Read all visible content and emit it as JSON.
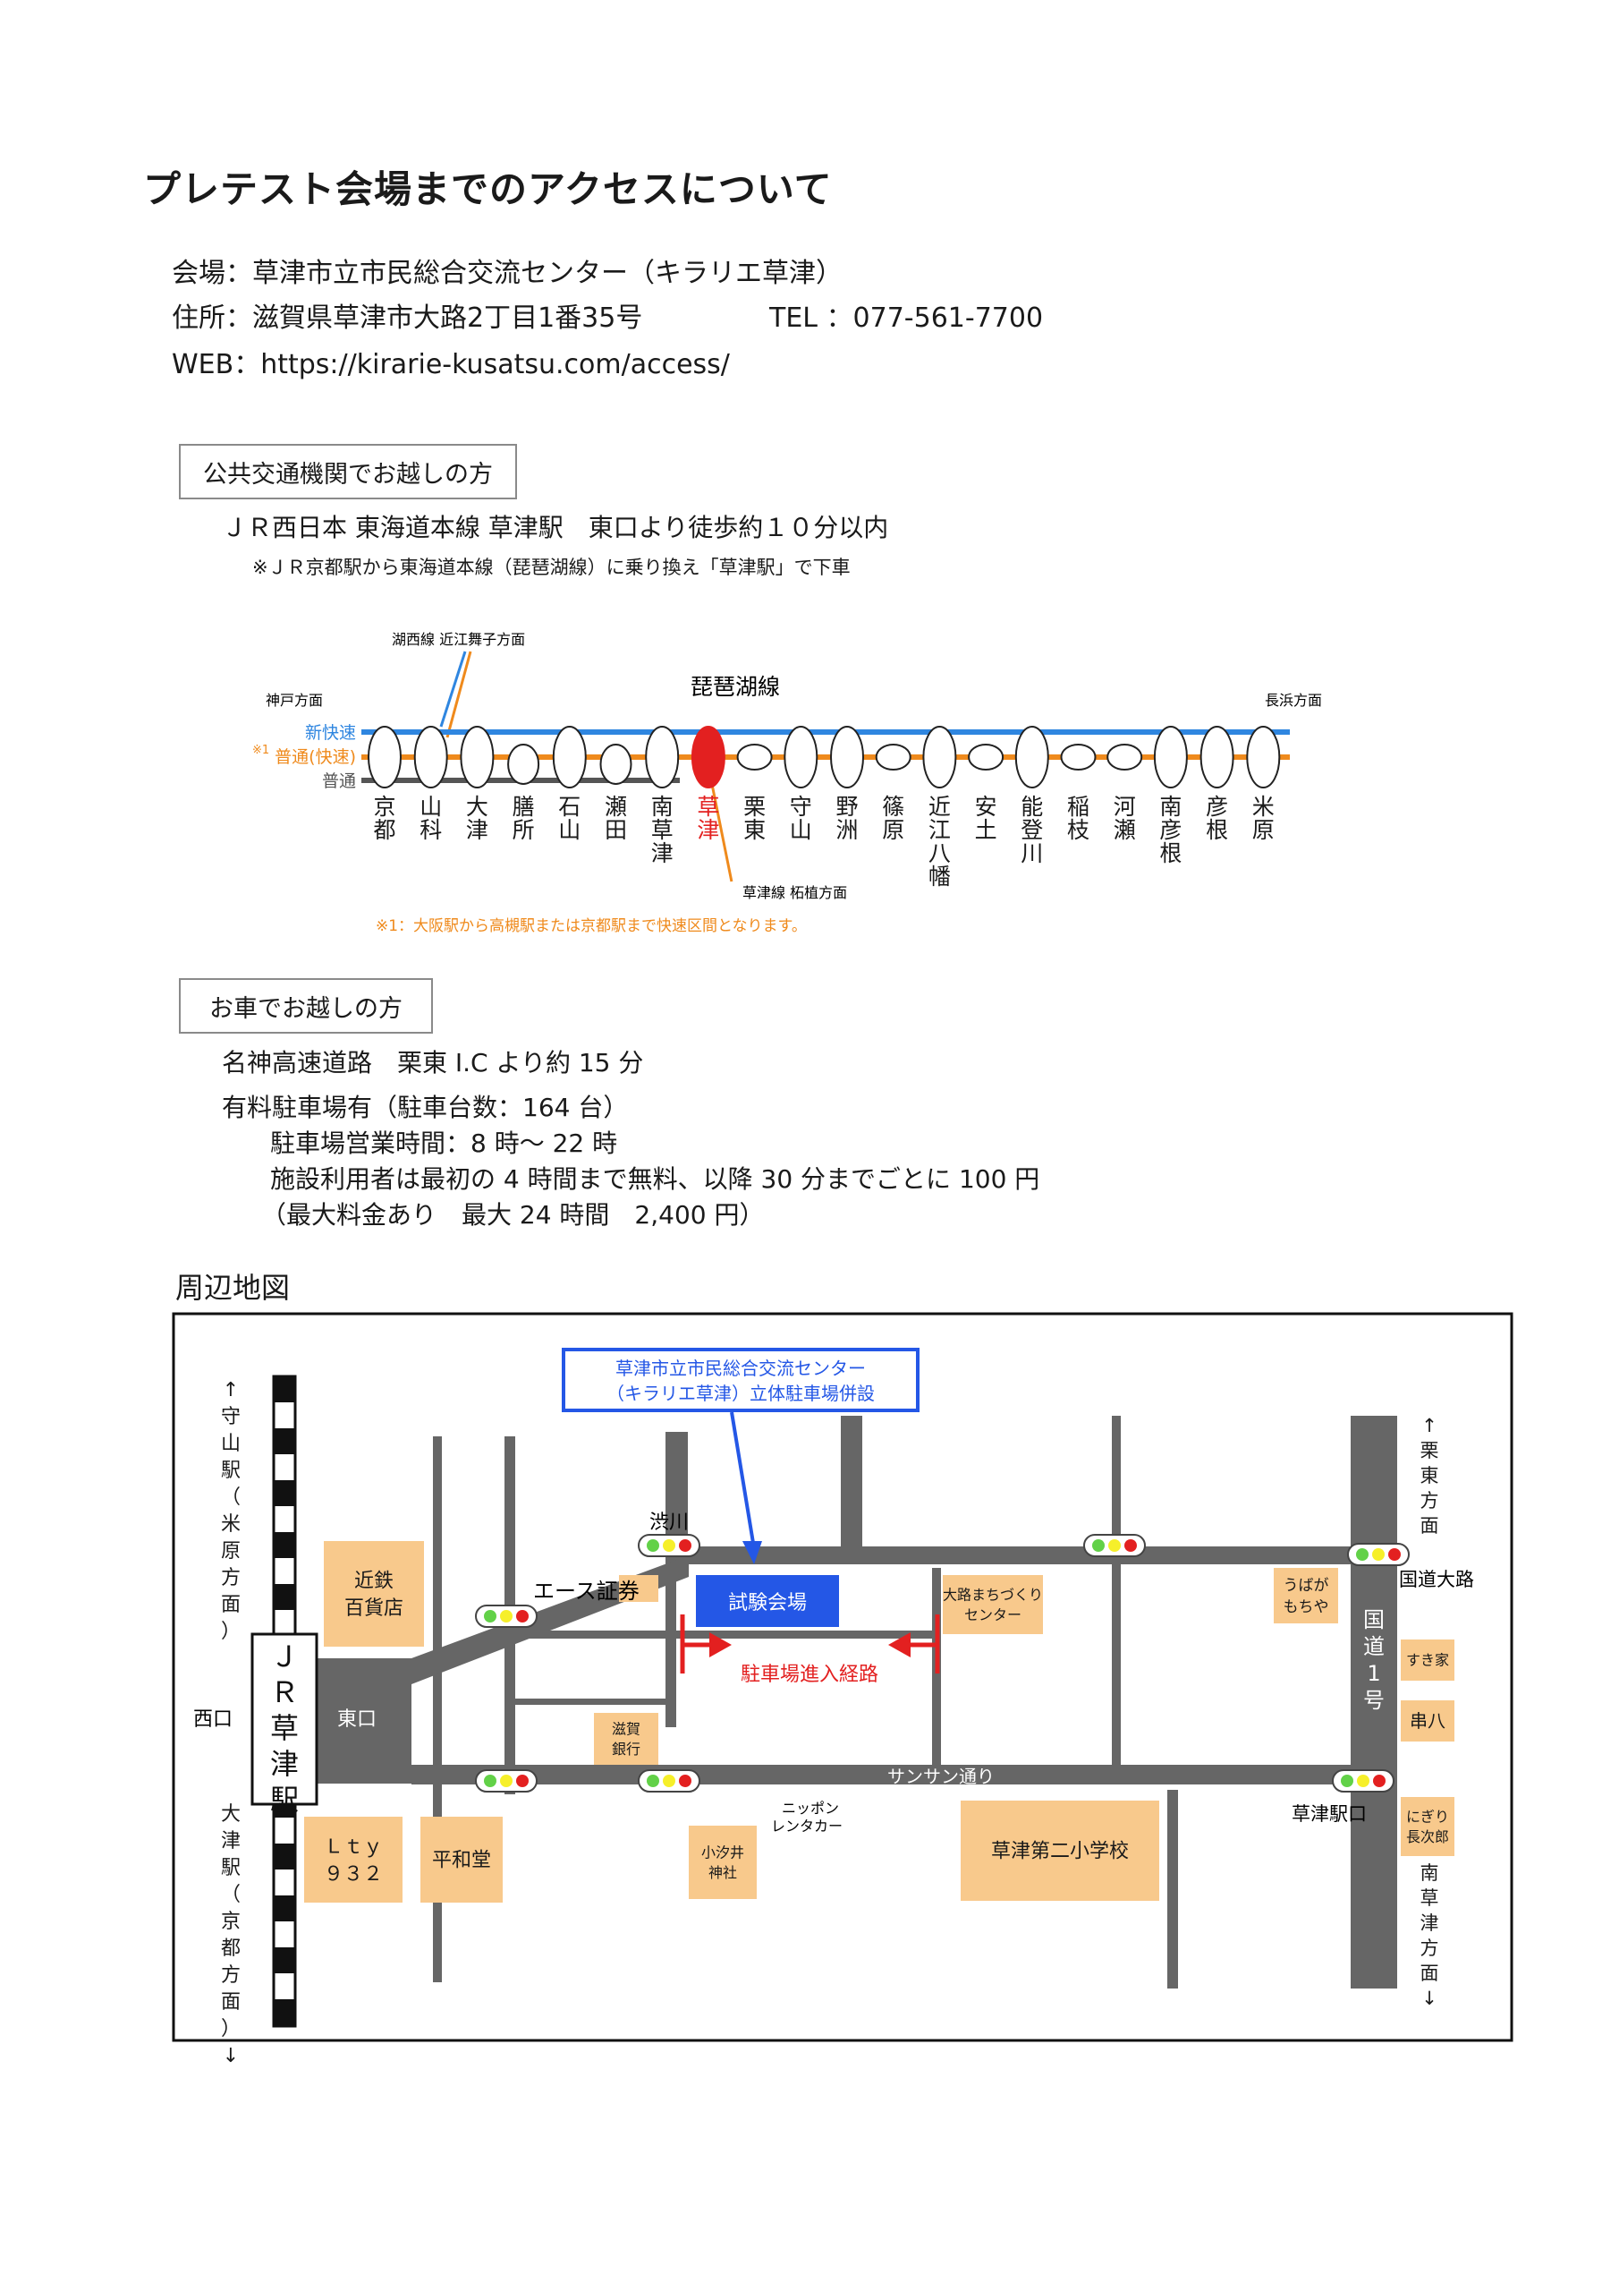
{
  "title": "プレテスト会場までのアクセスについて",
  "venue": {
    "name_line": "会場：草津市立市民総合交流センター（キラリエ草津）",
    "address_line": "住所：滋賀県草津市大路2丁目1番35号",
    "tel_line": "TEL ：077-561-7700",
    "web_line": "WEB：https://kirarie-kusatsu.com/access/"
  },
  "public_transport": {
    "heading": "公共交通機関でお越しの方",
    "route": "ＪＲ西日本 東海道本線 草津駅　東口より徒歩約１０分以内",
    "note": "※ＪＲ京都駅から東海道本線（琵琶湖線）に乗り換え「草津駅」で下車"
  },
  "rail_map": {
    "line_name": "琵琶湖線",
    "branch_kosei": "湖西線 近江舞子方面",
    "branch_kusatsu": "草津線 柘植方面",
    "left_direction": "神戸方面",
    "right_direction": "長浜方面",
    "service_shinkaisoku": "新快速",
    "service_local_rapid_mark": "※1",
    "service_local_rapid": "普通(快速)",
    "service_local": "普通",
    "footnote": "※1：大阪駅から高槻駅または京都駅まで快速区間となります。",
    "colors": {
      "shinkaisoku": "#2f86e0",
      "local_rapid": "#ef8a1c",
      "local": "#555555",
      "highlight": "#e32020"
    },
    "stations": [
      {
        "name": "京都",
        "stop": "all"
      },
      {
        "name": "山科",
        "stop": "all"
      },
      {
        "name": "大津",
        "stop": "all"
      },
      {
        "name": "膳所",
        "stop": "rapid"
      },
      {
        "name": "石山",
        "stop": "all"
      },
      {
        "name": "瀬田",
        "stop": "rapid"
      },
      {
        "name": "南草津",
        "stop": "all"
      },
      {
        "name": "草津",
        "stop": "all",
        "highlight": true
      },
      {
        "name": "栗東",
        "stop": "rapid"
      },
      {
        "name": "守山",
        "stop": "all"
      },
      {
        "name": "野洲",
        "stop": "all"
      },
      {
        "name": "篠原",
        "stop": "rapid"
      },
      {
        "name": "近江八幡",
        "stop": "all"
      },
      {
        "name": "安土",
        "stop": "rapid"
      },
      {
        "name": "能登川",
        "stop": "all"
      },
      {
        "name": "稲枝",
        "stop": "rapid"
      },
      {
        "name": "河瀬",
        "stop": "rapid"
      },
      {
        "name": "南彦根",
        "stop": "all"
      },
      {
        "name": "彦根",
        "stop": "all"
      },
      {
        "name": "米原",
        "stop": "all"
      }
    ]
  },
  "car": {
    "heading": "お車でお越しの方",
    "highway": "名神高速道路　栗東 I.C より約 15 分",
    "parking": "有料駐車場有（駐車台数：164 台）",
    "hours": "駐車場営業時間：8 時〜 22 時",
    "fee": "施設利用者は最初の 4 時間まで無料、以降 30 分までごとに 100 円",
    "max_fee": "（最大料金あり　最大 24 時間　2,400 円）"
  },
  "area_map": {
    "heading": "周辺地図",
    "callout_line1": "草津市立市民総合交流センター",
    "callout_line2": "（キラリエ草津）立体駐車場併設",
    "venue_box": "試験会場",
    "parking_route": "駐車場進入経路",
    "station_name": "ＪＲ草津駅",
    "higashiguchi": "東口",
    "nishiguchi": "西口",
    "moriyama_dir": "↑守山駅（米原方面）",
    "otsu_dir": "大津駅（京都方面）↓",
    "ritto_dir": "↑栗東方面",
    "minamikusatsu_dir": "南草津方面↓",
    "kokudo": "国道1号",
    "kokudo_oji": "国道大路",
    "sansan": "サンサン通り",
    "shibukawa": "渋川",
    "ace": "エース証券",
    "kusatsu_ekiguchi": "草津駅口",
    "nippon_rent1": "ニッポン",
    "nippon_rent2": "レンタカー",
    "colors": {
      "road": "#666666",
      "shop": "#f8c98c",
      "venue": "#2457e6",
      "route": "#e32020",
      "callout": "#2457e6"
    },
    "shops": [
      {
        "id": "kintetsu",
        "lines": [
          "近鉄",
          "百貨店"
        ]
      },
      {
        "id": "shiga-bank",
        "lines": [
          "滋賀",
          "銀行"
        ]
      },
      {
        "id": "oji-machi",
        "lines": [
          "大路まちづくり",
          "センター"
        ]
      },
      {
        "id": "ubaga",
        "lines": [
          "うばが",
          "もちや"
        ]
      },
      {
        "id": "sukiya",
        "lines": [
          "すき家"
        ]
      },
      {
        "id": "kushihachi",
        "lines": [
          "串八"
        ]
      },
      {
        "id": "nigiri",
        "lines": [
          "にぎり",
          "長次郎"
        ]
      },
      {
        "id": "lty",
        "lines": [
          "Ｌｔｙ",
          "９３２"
        ]
      },
      {
        "id": "heiwado",
        "lines": [
          "平和堂"
        ]
      },
      {
        "id": "koshioi",
        "lines": [
          "小汐井",
          "神社"
        ]
      },
      {
        "id": "school",
        "lines": [
          "草津第二小学校"
        ]
      },
      {
        "id": "ace-mark",
        "lines": []
      }
    ]
  }
}
